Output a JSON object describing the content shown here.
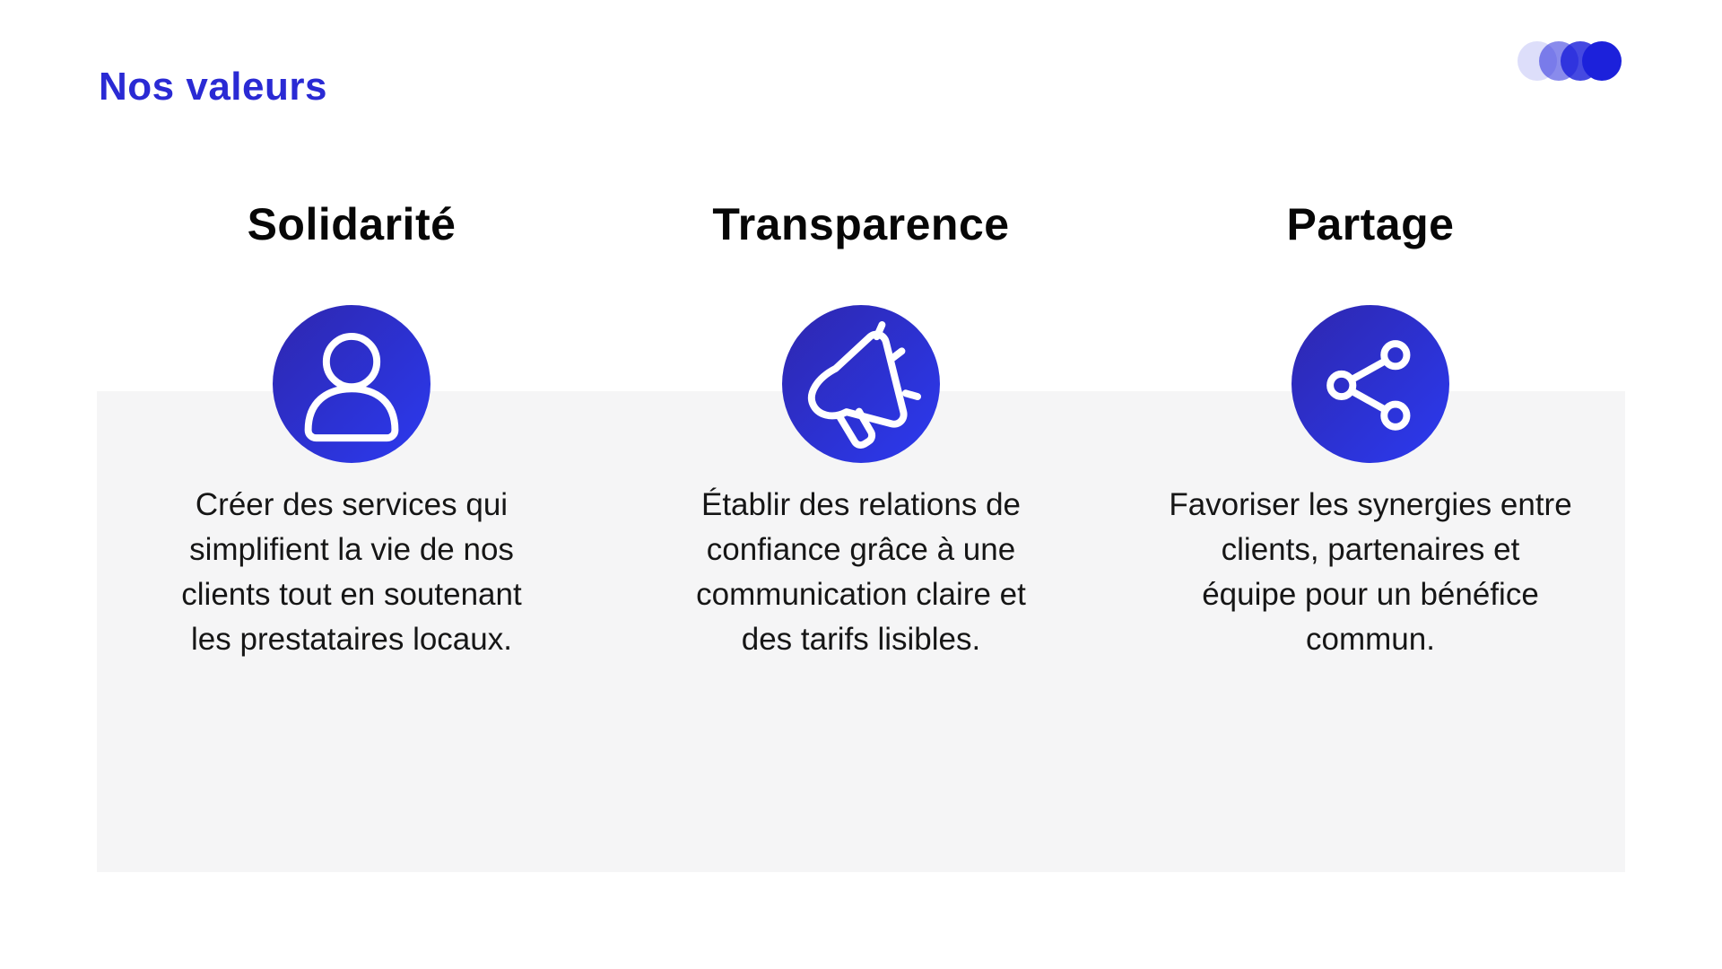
{
  "slide": {
    "title": "Nos valeurs",
    "decoration": {
      "dot_colors": [
        "rgba(28,33,219,0.15)",
        "rgba(28,33,219,0.52)",
        "rgba(28,33,219,0.82)",
        "rgba(28,33,219,1)"
      ]
    },
    "colors": {
      "title_blue": "#2a2ad4",
      "heading_black": "#070707",
      "body_text": "#161616",
      "band_gray": "#f5f5f6",
      "icon_gradient_start": "#2e27ae",
      "icon_gradient_end": "#2b3af0"
    },
    "values": [
      {
        "heading": "Solidarité",
        "icon": "person-icon",
        "description": "Créer des services qui\nsimplifient la vie de nos\nclients tout en soutenant\nles prestataires locaux."
      },
      {
        "heading": "Transparence",
        "icon": "megaphone-icon",
        "description": "Établir des relations de\nconfiance grâce à une\ncommunication claire et\ndes tarifs lisibles."
      },
      {
        "heading": "Partage",
        "icon": "share-icon",
        "description": "Favoriser les synergies entre\nclients, partenaires et\néquipe pour un bénéfice\ncommun."
      }
    ]
  }
}
